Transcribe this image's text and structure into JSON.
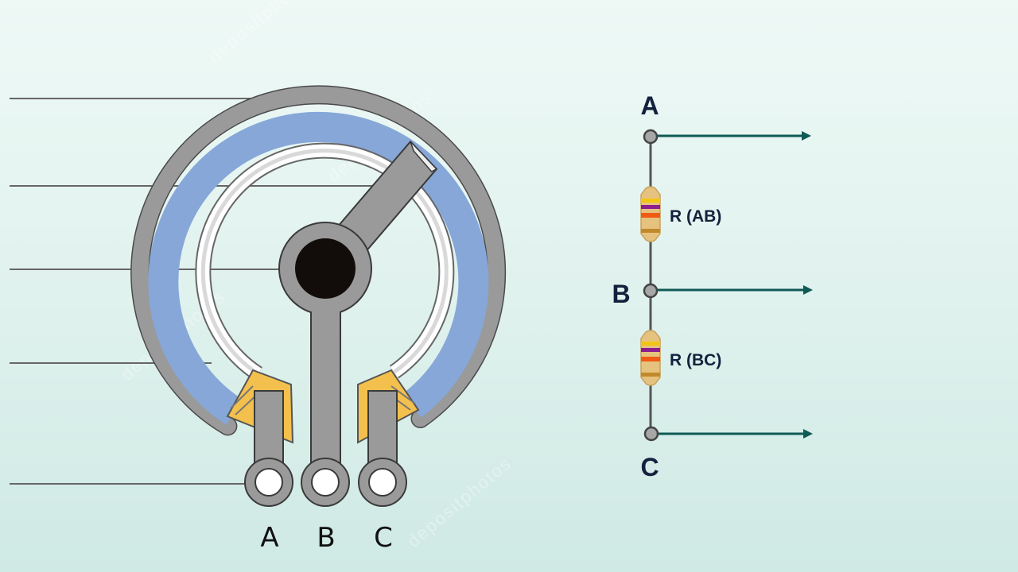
{
  "potentiometer": {
    "terminals": [
      "A",
      "B",
      "C"
    ]
  },
  "circuit": {
    "nodes": [
      "A",
      "B",
      "C"
    ],
    "resistors": [
      "R (AB)",
      "R (BC)"
    ],
    "band_colors": [
      "#f2c511",
      "#8e1d8e",
      "#ef5a14",
      "#c08a2a"
    ]
  },
  "watermark": "depositphotos"
}
